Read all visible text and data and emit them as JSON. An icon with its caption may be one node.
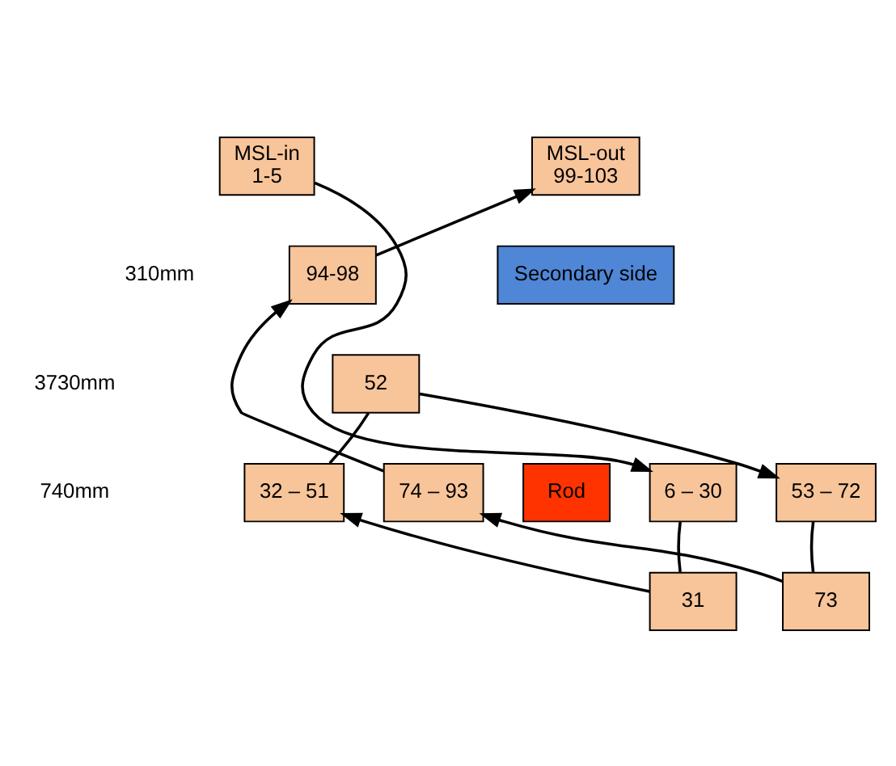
{
  "diagram": {
    "nodes": [
      {
        "text": [
          "MSL-in",
          "1-5"
        ]
      },
      {
        "text": [
          "MSL-out",
          "99-103"
        ]
      },
      {
        "text": [
          "94-98"
        ]
      },
      {
        "text": [
          "Secondary side"
        ]
      },
      {
        "text": [
          "52"
        ]
      },
      {
        "text": [
          "6 – 30"
        ]
      },
      {
        "text": [
          "32 – 51"
        ]
      },
      {
        "text": [
          "53 – 72"
        ]
      },
      {
        "text": [
          "74 – 93"
        ]
      },
      {
        "text": [
          "Rod"
        ]
      },
      {
        "text": [
          "31"
        ]
      },
      {
        "text": [
          "73"
        ]
      }
    ],
    "edges": [
      {
        "from": 0,
        "to": 5,
        "arrow": "to"
      },
      {
        "from": 2,
        "to": 1,
        "arrow": "to"
      },
      {
        "from": 5,
        "to": 10,
        "arrow": "none"
      },
      {
        "from": 10,
        "to": 6,
        "arrow": "to"
      },
      {
        "from": 6,
        "to": 4,
        "arrow": "none"
      },
      {
        "from": 4,
        "to": 7,
        "arrow": "to"
      },
      {
        "from": 7,
        "to": 11,
        "arrow": "none"
      },
      {
        "from": 11,
        "to": 8,
        "arrow": "to"
      },
      {
        "from": 8,
        "to": 2,
        "arrow": "to"
      }
    ],
    "labels": [
      "310mm",
      "3730mm",
      "740mm"
    ]
  }
}
